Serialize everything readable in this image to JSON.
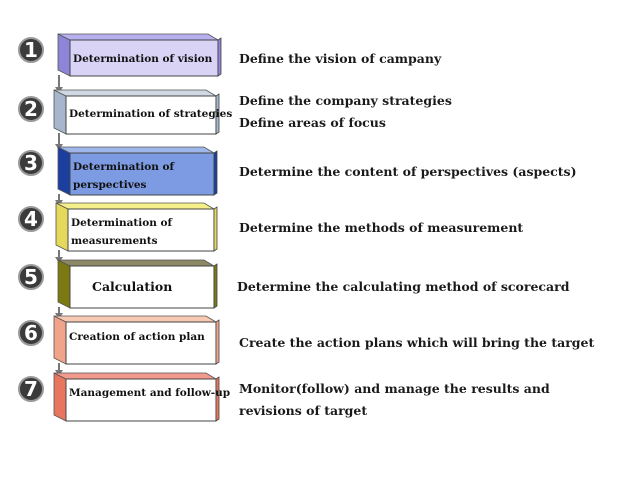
{
  "steps": [
    {
      "number": "1",
      "label": "Determination of vision",
      "lines": [
        "Define the vision of campany"
      ],
      "face": "#d9d4f6",
      "top": "#b7b0ee",
      "side": "#8d86d8"
    },
    {
      "number": "2",
      "label": "Determination of strategies",
      "lines": [
        "Define the company strategies",
        "Define areas of focus"
      ],
      "face": "#ffffff",
      "top": "#d0d8e4",
      "side": "#a7b6cc"
    },
    {
      "number": "3",
      "label": "Determination of perspectives",
      "lines": [
        "Determine the content of perspectives (aspects)"
      ],
      "face": "#7d9be2",
      "top": "#9fb6ea",
      "side": "#1b3f9e"
    },
    {
      "number": "4",
      "label": "Determination of measurements",
      "lines": [
        "Determine the methods of measurement"
      ],
      "face": "#ffffff",
      "top": "#f5ef8a",
      "side": "#e4d95a"
    },
    {
      "number": "5",
      "label": "Calculation",
      "lines": [
        "Determine the calculating method of scorecard"
      ],
      "face": "#ffffff",
      "top": "#8c8764",
      "side": "#7b7a12"
    },
    {
      "number": "6",
      "label": "Creation of action plan",
      "lines": [
        "Create the action plans which will bring the target"
      ],
      "face": "#ffffff",
      "top": "#f8c8b3",
      "side": "#f2a48a"
    },
    {
      "number": "7",
      "label": "Management and follow-up",
      "lines": [
        "Monitor(follow) and manage the results and revisions of target"
      ],
      "face": "#ffffff",
      "top": "#f39a8e",
      "side": "#e8765f"
    }
  ]
}
